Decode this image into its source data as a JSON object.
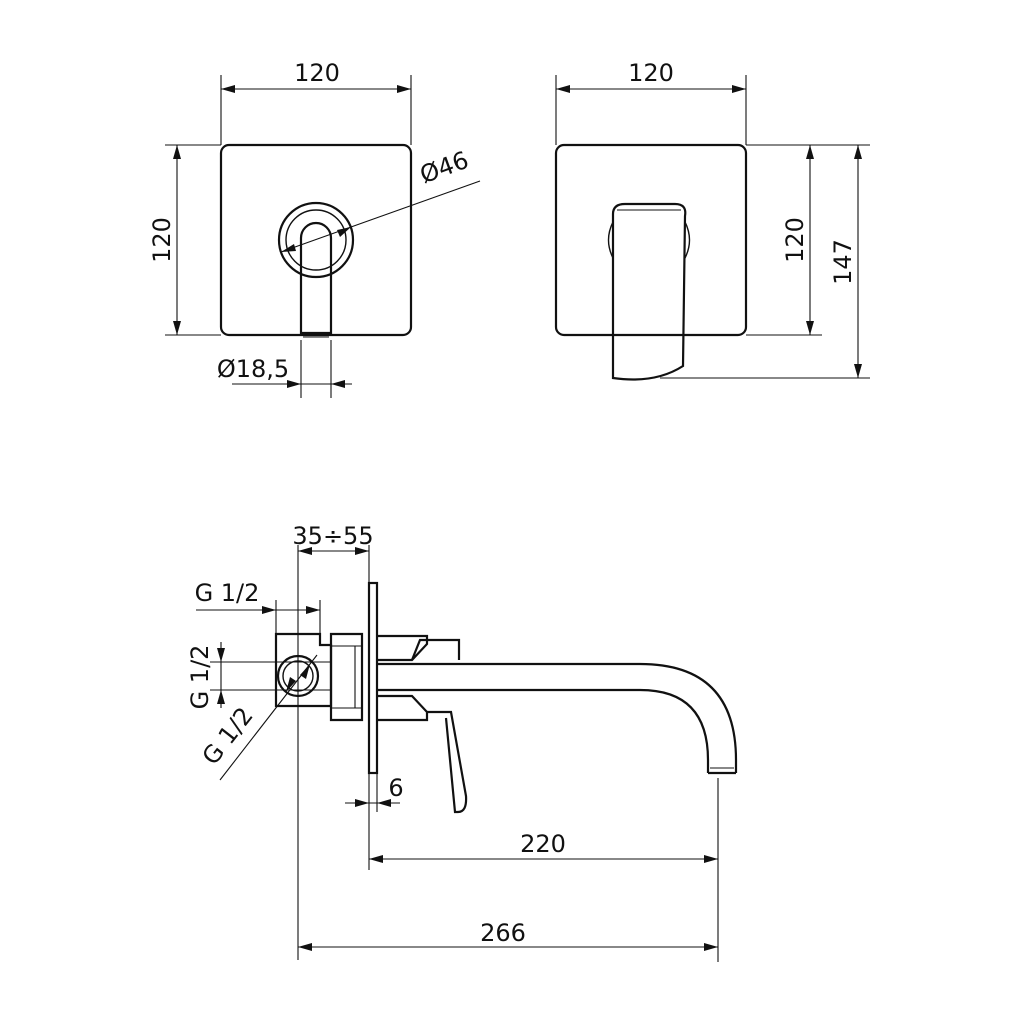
{
  "front_view": {
    "width_label": "120",
    "height_label": "120",
    "rosette_diameter_label": "Ø46",
    "spout_diameter_label": "Ø18,5"
  },
  "side_view": {
    "width_label": "120",
    "height_label": "120",
    "total_height_label": "147"
  },
  "section_view": {
    "wall_range_label": "35÷55",
    "thread_top_label": "G 1/2",
    "thread_left_label": "G 1/2",
    "thread_diag_label": "G 1/2",
    "plate_thickness_label": "6",
    "spout_length_label": "220",
    "total_length_label": "266"
  }
}
